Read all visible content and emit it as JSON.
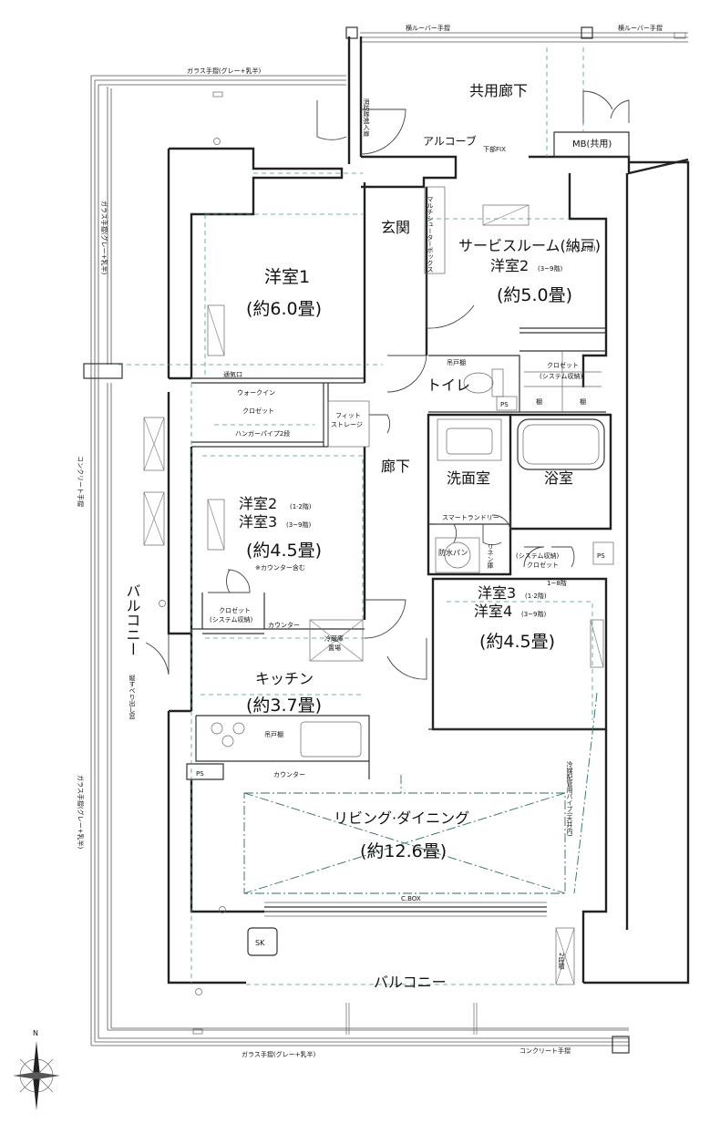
{
  "exterior": {
    "yoko_louver_left": "横ルーバー手摺",
    "yoko_louver_right": "横ルーバー手摺",
    "glass_top": "ガラス手摺(グレー+乳半)",
    "glass_left_upper": "ガラス手摺(グレー+乳半)",
    "concrete_left": "コンクリート手摺",
    "glass_left_lower": "ガラス手摺(グレー+乳半)",
    "glass_bottom": "ガラス手摺(グレー+乳半)",
    "concrete_bottom": "コンクリート手摺",
    "shoubou": "消防隊進入扉",
    "kyouyou_rouka": "共用廊下",
    "alcove": "アルコーブ",
    "kabu_fix": "下部FIX",
    "mb": "MB(共用)",
    "compass_n": "N"
  },
  "rooms": {
    "genkan": "玄関",
    "multi_chute": "マルチシューターボックス",
    "service_room": "サービスルーム(納戸)",
    "service_room_floors": "(1·2階)",
    "youshitsu2_b": "洋室2",
    "youshitsu2_b_floors": "(3~9階)",
    "service_area": "(約5.0畳)",
    "youshitsu1": "洋室1",
    "youshitsu1_area": "(約6.0畳)",
    "tsuukiguchi": "通気口",
    "walkin": "ウォークイン",
    "walkin_closet": "クロゼット",
    "hanger_pipe": "ハンガーパイプ2段",
    "fit_storage_1": "フィット",
    "fit_storage_2": "ストレージ",
    "rouka": "廊下",
    "toilet": "トイレ",
    "tsurito_dana_toilet": "吊戸棚",
    "ps_toilet": "PS",
    "closet_sys_1": "クロゼット",
    "closet_sys_2": "(システム収納)",
    "tana_left": "棚",
    "tana_right": "棚",
    "senmenjo": "洗面室",
    "yokushitsu": "浴室",
    "smart_laundry": "スマートランドリー",
    "bousui_pan": "防水パン",
    "linen": "リネン庫",
    "youshitsu2_a": "洋室2",
    "youshitsu2_a_floors": "(1·2階)",
    "youshitsu3_a": "洋室3",
    "youshitsu3_a_floors": "(3~9階)",
    "mid_area": "(約4.5畳)",
    "counter_note": "※カウンター含む",
    "closet_sys_left_1": "クロゼット",
    "closet_sys_left_2": "(システム収納)",
    "counter_small": "カウンター",
    "reizouko_1": "冷蔵庫",
    "reizouko_2": "置場",
    "closet_r_1": "(システム収納)",
    "closet_r_2": "クロゼット",
    "ps_right": "PS",
    "floor_note": "1~8階",
    "youshitsu3_b": "洋室3",
    "youshitsu3_b_floors": "(1·2階)",
    "youshitsu4": "洋室4",
    "youshitsu4_floors": "(3~9階)",
    "right_area": "(約4.5畳)",
    "kitchen": "キッチン",
    "kitchen_area": "(約3.7畳)",
    "tsurito_dana_kitchen": "吊戸棚",
    "ps_kitchen": "PS",
    "counter_kitchen": "カウンター",
    "balcony_left": "バルコニー",
    "tatesuberi": "縦すべり出し窓",
    "living": "リビング·ダイニング",
    "living_area": "(約12.6畳)",
    "reibai_pipe": "冷媒配管用パイプ(天井内)",
    "cbox": "C.BOX",
    "sk": "SK",
    "nidan": "2段積",
    "balcony_bottom": "バルコニー"
  }
}
